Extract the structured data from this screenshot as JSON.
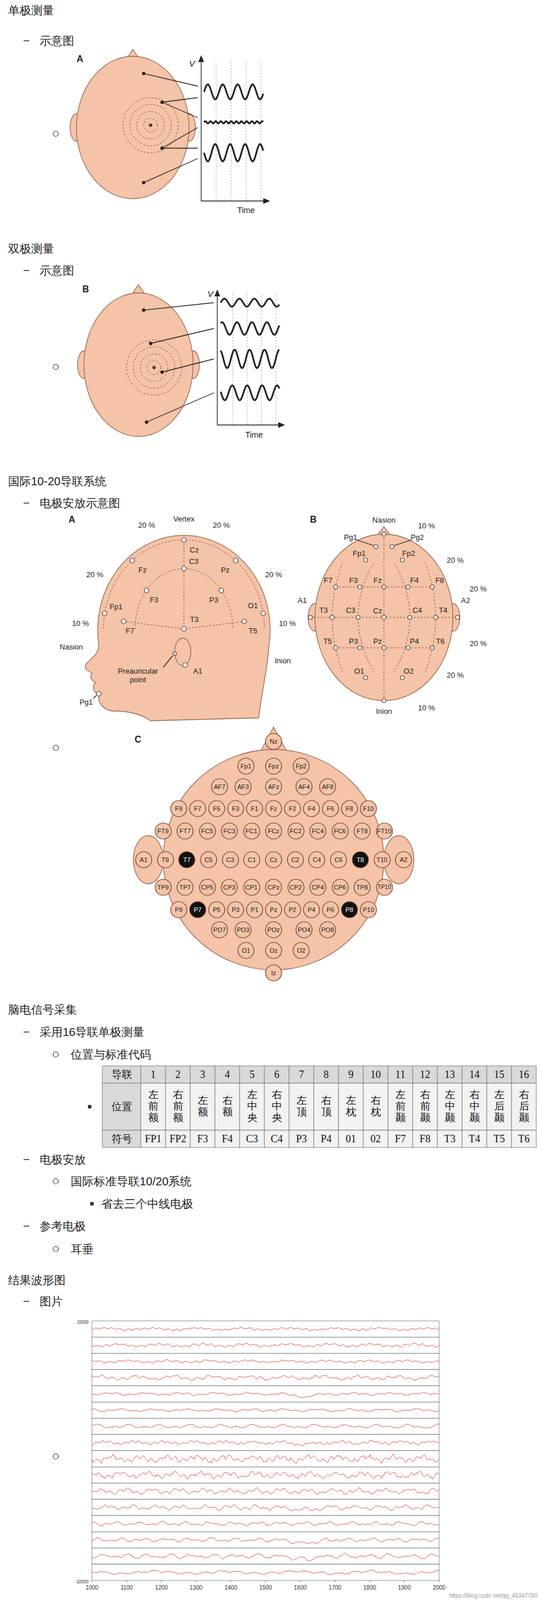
{
  "diagram": {
    "nodes": [
      {
        "text": [
          "Nz"
        ]
      },
      {
        "text": [
          "Fp1"
        ]
      },
      {
        "text": [
          "Fpz"
        ]
      },
      {
        "text": [
          "Fp2"
        ]
      },
      {
        "text": [
          "AF7"
        ]
      },
      {
        "text": [
          "AF3"
        ]
      },
      {
        "text": [
          "AFz"
        ]
      },
      {
        "text": [
          "AF4"
        ]
      },
      {
        "text": [
          "AF8"
        ]
      },
      {
        "text": [
          "F9"
        ]
      },
      {
        "text": [
          "F7"
        ]
      },
      {
        "text": [
          "F5"
        ]
      },
      {
        "text": [
          "F3"
        ]
      },
      {
        "text": [
          "F1"
        ]
      },
      {
        "text": [
          "Fz"
        ]
      },
      {
        "text": [
          "F2"
        ]
      },
      {
        "text": [
          "F4"
        ]
      },
      {
        "text": [
          "F6"
        ]
      },
      {
        "text": [
          "F8"
        ]
      },
      {
        "text": [
          "F10"
        ]
      },
      {
        "text": [
          "FT9"
        ]
      },
      {
        "text": [
          "FT7"
        ]
      },
      {
        "text": [
          "FC5"
        ]
      },
      {
        "text": [
          "FC3"
        ]
      },
      {
        "text": [
          "FC1"
        ]
      },
      {
        "text": [
          "FCz"
        ]
      },
      {
        "text": [
          "FC2"
        ]
      },
      {
        "text": [
          "FC4"
        ]
      },
      {
        "text": [
          "FC6"
        ]
      },
      {
        "text": [
          "FT8"
        ]
      },
      {
        "text": [
          "FT10"
        ]
      },
      {
        "text": [
          "A1"
        ]
      },
      {
        "text": [
          "T9"
        ]
      },
      {
        "text": [
          "T7"
        ]
      },
      {
        "text": [
          "C5"
        ]
      },
      {
        "text": [
          "C3"
        ]
      },
      {
        "text": [
          "C1"
        ]
      },
      {
        "text": [
          "Cz"
        ]
      },
      {
        "text": [
          "C2"
        ]
      },
      {
        "text": [
          "C4"
        ]
      },
      {
        "text": [
          "C6"
        ]
      },
      {
        "text": [
          "T8"
        ]
      },
      {
        "text": [
          "T10"
        ]
      },
      {
        "text": [
          "A2"
        ]
      },
      {
        "text": [
          "TP9"
        ]
      },
      {
        "text": [
          "TP7"
        ]
      },
      {
        "text": [
          "CP5"
        ]
      },
      {
        "text": [
          "CP3"
        ]
      },
      {
        "text": [
          "CP1"
        ]
      },
      {
        "text": [
          "CPz"
        ]
      },
      {
        "text": [
          "CP2"
        ]
      },
      {
        "text": [
          "CP4"
        ]
      },
      {
        "text": [
          "CP6"
        ]
      },
      {
        "text": [
          "TP8"
        ]
      },
      {
        "text": [
          "TP10"
        ]
      },
      {
        "text": [
          "P9"
        ]
      },
      {
        "text": [
          "P7"
        ]
      },
      {
        "text": [
          "P5"
        ]
      },
      {
        "text": [
          "P3"
        ]
      },
      {
        "text": [
          "P1"
        ]
      },
      {
        "text": [
          "Pz"
        ]
      },
      {
        "text": [
          "P2"
        ]
      },
      {
        "text": [
          "P4"
        ]
      },
      {
        "text": [
          "P6"
        ]
      },
      {
        "text": [
          "P8"
        ]
      },
      {
        "text": [
          "P10"
        ]
      },
      {
        "text": [
          "PO7"
        ]
      },
      {
        "text": [
          "PO3"
        ]
      },
      {
        "text": [
          "POz"
        ]
      },
      {
        "text": [
          "PO4"
        ]
      },
      {
        "text": [
          "PO8"
        ]
      },
      {
        "text": [
          "O1"
        ]
      },
      {
        "text": [
          "Oz"
        ]
      },
      {
        "text": [
          "O2"
        ]
      },
      {
        "text": [
          "Iz"
        ]
      }
    ],
    "labels": [
      "单极测量",
      "示意图",
      "A",
      "V",
      "Time",
      "双极测量",
      "示意图",
      "B",
      "V",
      "Time",
      "国际10-20导联系统",
      "电极安放示意图",
      "A",
      "Vertex",
      "20 %",
      "20 %",
      "Cz",
      "Fz",
      "Pz",
      "20 %",
      "20 %",
      "F3",
      "C3",
      "P3",
      "10 %",
      "Fp1",
      "F7",
      "T3",
      "T5",
      "O1",
      "10 %",
      "Nasion",
      "A1",
      "Inion",
      "Preauricular point",
      "Pg1",
      "B",
      "Nasion",
      "10 %",
      "Pg1",
      "Pg2",
      "Fp1",
      "Fp2",
      "20 %",
      "F7",
      "F3",
      "Fz",
      "F4",
      "F8",
      "20 %",
      "A1",
      "T3",
      "C3",
      "Cz",
      "C4",
      "T4",
      "A2",
      "20 %",
      "T5",
      "P3",
      "Pz",
      "P4",
      "T6",
      "20 %",
      "O1",
      "O2",
      "10 %",
      "Inion",
      "C",
      "脑电信号采集",
      "采用16导联单极测量",
      "位置与标准代码",
      "导联",
      "1",
      "2",
      "3",
      "4",
      "5",
      "6",
      "7",
      "8",
      "9",
      "10",
      "11",
      "12",
      "13",
      "14",
      "15",
      "16",
      "位置",
      "左前额",
      "右前额",
      "左额",
      "右额",
      "左中央",
      "右中央",
      "左顶",
      "右顶",
      "左枕",
      "右枕",
      "左前颞",
      "右前颞",
      "左中颞",
      "右中颞",
      "左后颞",
      "右后颞",
      "符号",
      "FP1",
      "FP2",
      "F3",
      "F4",
      "C3",
      "C4",
      "P3",
      "P4",
      "01",
      "02",
      "F7",
      "F8",
      "T3",
      "T4",
      "T5",
      "T6",
      "电极安放",
      "国际标准导联10/20系统",
      "省去三个中线电极",
      "参考电极",
      "耳垂",
      "结果波形图",
      "图片",
      "2000",
      "-2000",
      "1000",
      "1100",
      "1200",
      "1300",
      "1400",
      "1500",
      "1600",
      "1700",
      "1800",
      "1900",
      "2000",
      "https://blog.csdn.net/qq_45347790"
    ]
  }
}
